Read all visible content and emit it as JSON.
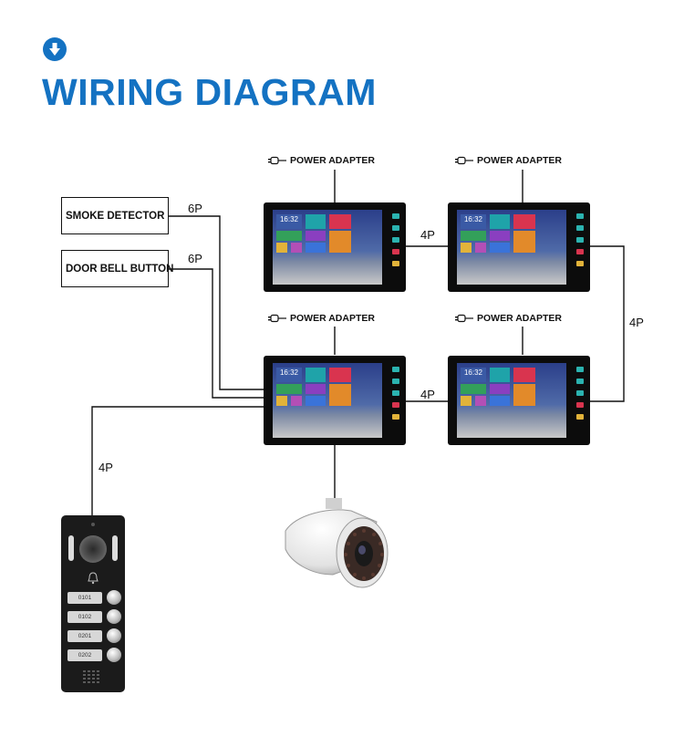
{
  "header": {
    "title": "WIRING DIAGRAM",
    "icon": "arrow-down-circle-icon",
    "accent_color": "#1472c2"
  },
  "devices": {
    "smoke_detector": "SMOKE DETECTOR",
    "door_bell_button": "DOOR BELL BUTTON",
    "power_adapter": "POWER ADAPTER",
    "monitor_time": "16:32",
    "outdoor_buttons": [
      "0101",
      "0102",
      "0201",
      "0202"
    ]
  },
  "connections": {
    "smoke_detector_cable": "6P",
    "door_bell_button_cable": "6P",
    "top_monitors_link": "4P",
    "right_vertical_link": "4P",
    "bottom_monitors_link": "4P",
    "outdoor_station_link": "4P"
  }
}
